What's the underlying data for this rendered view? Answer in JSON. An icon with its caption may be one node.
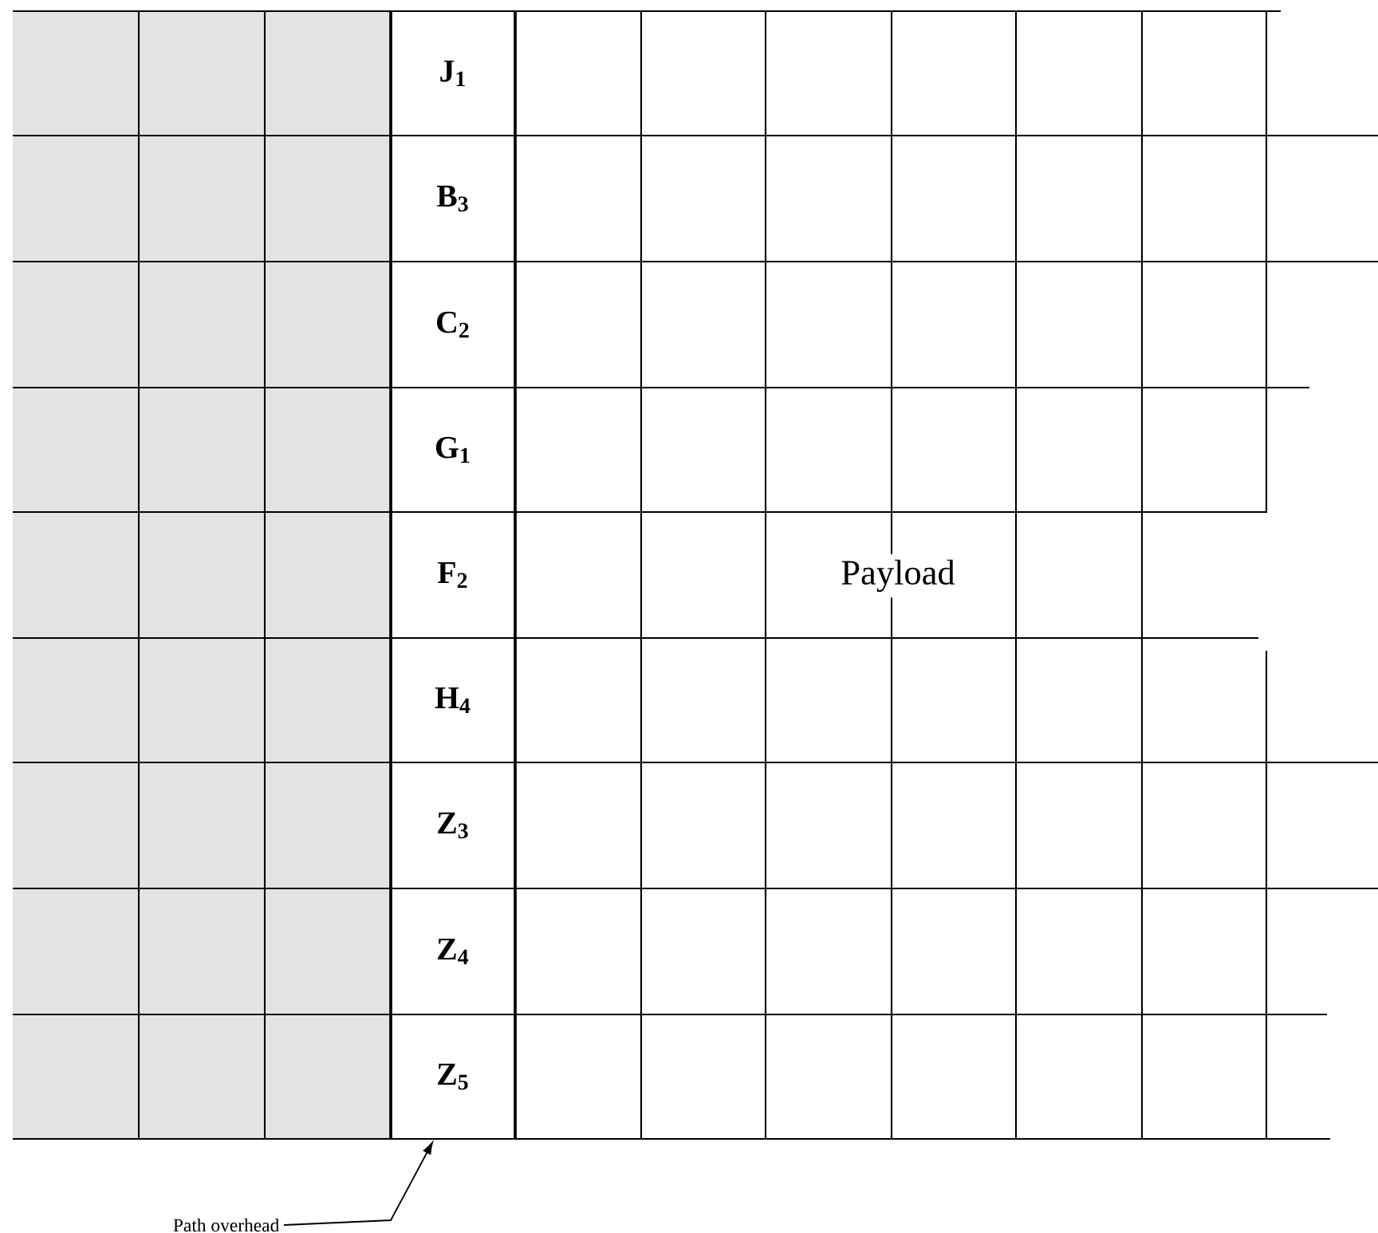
{
  "diagram": {
    "nodes": [
      {
        "text": [
          "Path overhead"
        ]
      },
      {
        "text": [
          "J$_{1}$",
          "B$_{3}$",
          "C$_{2}$",
          "G$_{1}$",
          "F$_{2}$",
          "H$_{4}$",
          "Z$_{3}$",
          "Z$_{4}$",
          "Z$_{5}$"
        ]
      }
    ],
    "edges": [
      {
        "from": 0,
        "to": 1,
        "arrow": "to"
      }
    ],
    "labels": [
      "Payload"
    ]
  }
}
